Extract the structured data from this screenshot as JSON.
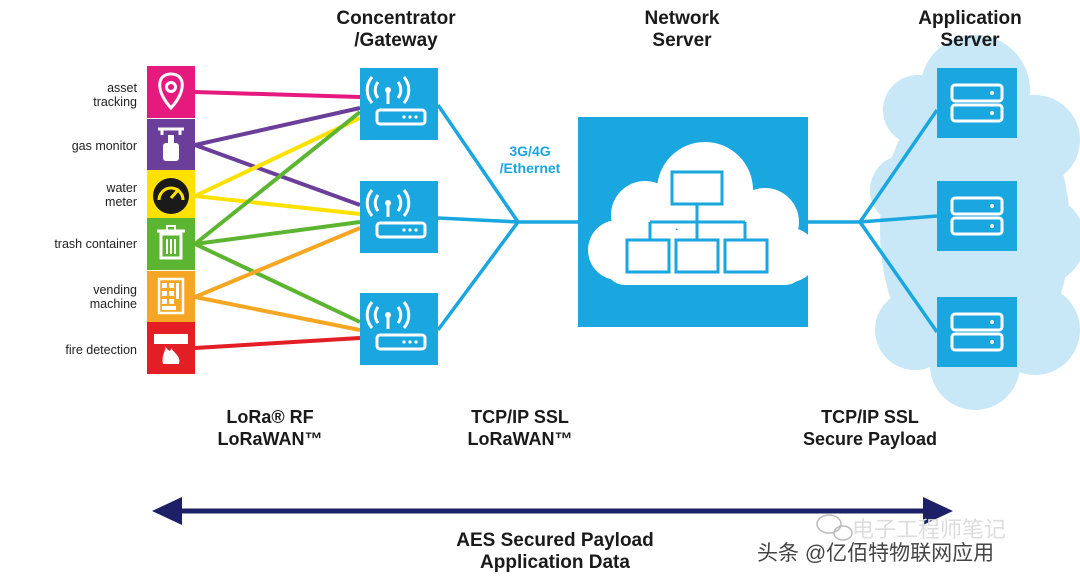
{
  "headers": {
    "gateway": [
      "Concentrator",
      "/Gateway"
    ],
    "network": [
      "Network",
      "Server"
    ],
    "application": [
      "Application",
      "Server"
    ]
  },
  "devices": [
    {
      "label": [
        "asset",
        "tracking"
      ],
      "color": "#e6197f",
      "icon": "location-pin-icon"
    },
    {
      "label": [
        "gas monitor"
      ],
      "color": "#6b3e9a",
      "icon": "gas-monitor-icon"
    },
    {
      "label": [
        "water",
        "meter"
      ],
      "color": "#ffe100",
      "icon": "water-meter-gauge-icon"
    },
    {
      "label": [
        "trash container"
      ],
      "color": "#5cb531",
      "icon": "trash-bin-icon"
    },
    {
      "label": [
        "vending",
        "machine"
      ],
      "color": "#f5a623",
      "icon": "vending-machine-icon"
    },
    {
      "label": [
        "fire detection"
      ],
      "color": "#e31e25",
      "icon": "fire-detector-icon"
    }
  ],
  "protocols": {
    "rf": [
      "LoRa® RF",
      "LoRaWAN™"
    ],
    "backhaul": [
      "TCP/IP SSL",
      "LoRaWAN™"
    ],
    "app": [
      "TCP/IP SSL",
      "Secure Payload"
    ]
  },
  "backhaul_link": [
    "3G/4G",
    "/Ethernet"
  ],
  "aes": [
    "AES Secured Payload",
    "Application Data"
  ],
  "watermark": {
    "brand": "头条 @亿佰特物联网应用",
    "faded": "电子工程师笔记"
  },
  "colors": {
    "accent_blue": "#1aa6df",
    "cloud_light": "#c8e8f7",
    "arrow_navy": "#1d2066"
  }
}
